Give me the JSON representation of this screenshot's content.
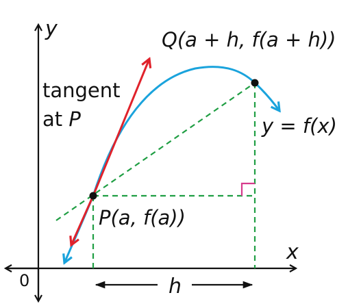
{
  "labels": {
    "y_axis": "y",
    "x_axis": "x",
    "origin": "0",
    "point_q": "Q(a + h, f(a + h))",
    "point_p": "P(a, f(a))",
    "curve": "y = f(x)",
    "tangent_line1": "tangent",
    "tangent_line2_prefix": "at ",
    "tangent_line2_point": "P",
    "width": "h"
  },
  "colors": {
    "curve": "#1aa3dc",
    "tangent": "#e0222b",
    "dashed": "#1f9e43",
    "right_angle": "#d63a8c",
    "axis": "#111111",
    "point": "#111111"
  }
}
